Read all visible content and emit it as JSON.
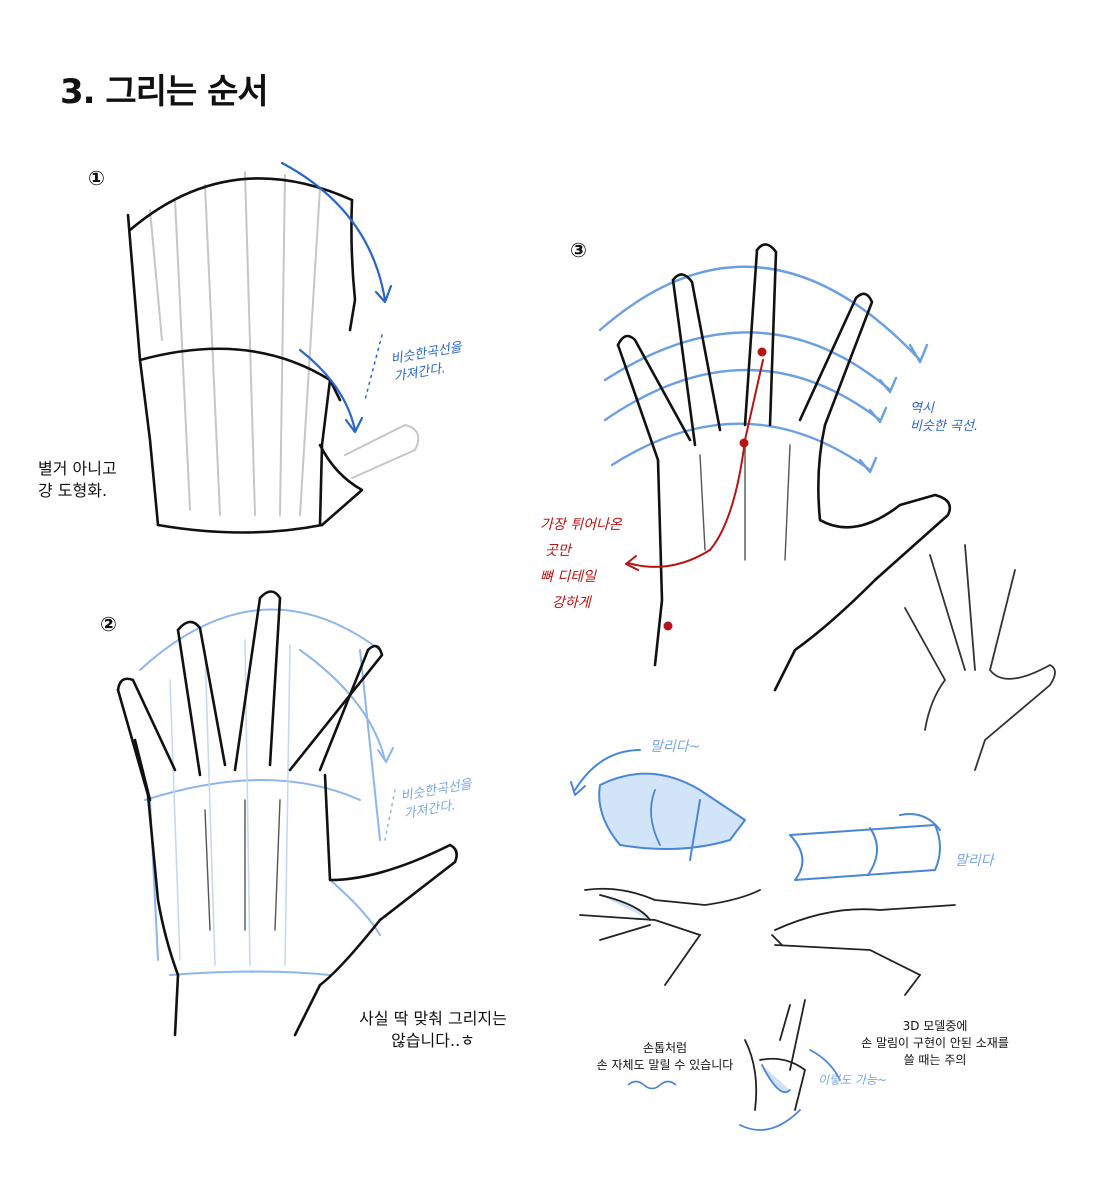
{
  "title": "3. 그리는 순서",
  "steps": {
    "s1": "①",
    "s2": "②",
    "s3": "③"
  },
  "notes": {
    "panel1_blue": [
      "비슷한곡선을",
      "가져간다."
    ],
    "panel1_caption": [
      "별거 아니고",
      "걍 도형화."
    ],
    "panel2_blue": [
      "비슷한곡선을",
      "가져간다."
    ],
    "panel2_caption": [
      "사실 딱 맞춰 그리지는",
      "않습니다..ㅎ"
    ],
    "panel3_blue": [
      "역시",
      "비슷한 곡선."
    ],
    "panel3_red": [
      "가장 튀어나온",
      "곳만",
      "뼈 디테일",
      "강하게"
    ],
    "curl_label_1": "말리다~",
    "curl_label_2": "말리다",
    "bottom_left": [
      "손톱처럼",
      "손 자체도 말릴 수 있습니다"
    ],
    "bottom_right": [
      "3D 모델중에",
      "손 말림이 구현이 안된 소재를",
      "쓸 때는 주의"
    ],
    "bottom_small": "이렇도 가능~"
  },
  "colors": {
    "ink": "#111111",
    "blue": "#2a66c9",
    "light_blue": "#79a6e2",
    "red": "#b81414",
    "fill_blue": "#d2e5f8",
    "gray": "#bbbbbb"
  }
}
